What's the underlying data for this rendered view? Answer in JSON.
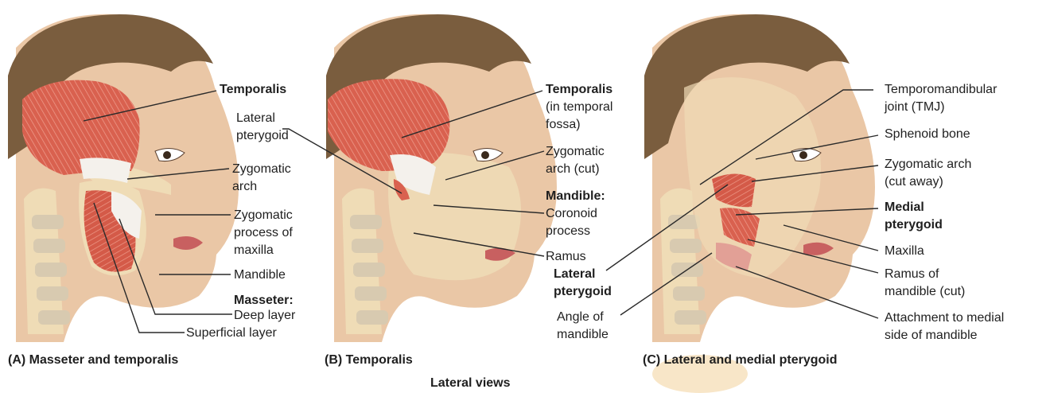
{
  "figure_caption": "Lateral views",
  "panels": [
    {
      "caption": "(A) Masseter and temporalis",
      "labels": {
        "temporalis": "Temporalis",
        "lateral_pterygoid_1": "Lateral",
        "lateral_pterygoid_2": "pterygoid",
        "zygomatic_arch_1": "Zygomatic",
        "zygomatic_arch_2": "arch",
        "zygomatic_process_1": "Zygomatic",
        "zygomatic_process_2": "process of",
        "zygomatic_process_3": "maxilla",
        "mandible": "Mandible",
        "masseter": "Masseter:",
        "deep_layer": "Deep layer",
        "superficial_layer": "Superficial layer"
      }
    },
    {
      "caption": "(B) Temporalis",
      "labels": {
        "temporalis": "Temporalis",
        "temporal_fossa_1": "(in temporal",
        "temporal_fossa_2": "fossa)",
        "zygomatic_arch_cut_1": "Zygomatic",
        "zygomatic_arch_cut_2": "arch (cut)",
        "mandible": "Mandible:",
        "coronoid_1": "Coronoid",
        "coronoid_2": "process",
        "ramus": "Ramus",
        "lateral_pterygoid_1": "Lateral",
        "lateral_pterygoid_2": "pterygoid",
        "angle_1": "Angle of",
        "angle_2": "mandible"
      }
    },
    {
      "caption": "(C) Lateral and medial pterygoid",
      "labels": {
        "tmj_1": "Temporomandibular",
        "tmj_2": "joint (TMJ)",
        "sphenoid": "Sphenoid bone",
        "zygomatic_arch_1": "Zygomatic arch",
        "zygomatic_arch_2": "(cut away)",
        "medial_pterygoid_1": "Medial",
        "medial_pterygoid_2": "pterygoid",
        "maxilla": "Maxilla",
        "ramus_1": "Ramus of",
        "ramus_2": "mandible (cut)",
        "attachment_1": "Attachment to medial",
        "attachment_2": "side of mandible"
      }
    }
  ],
  "colors": {
    "skin": "#eac7a6",
    "hair": "#7a5d3e",
    "bone": "#efdcb6",
    "muscle": "#d9614f",
    "tendon": "#f4f1ec",
    "leader": "#2a2a2a"
  }
}
